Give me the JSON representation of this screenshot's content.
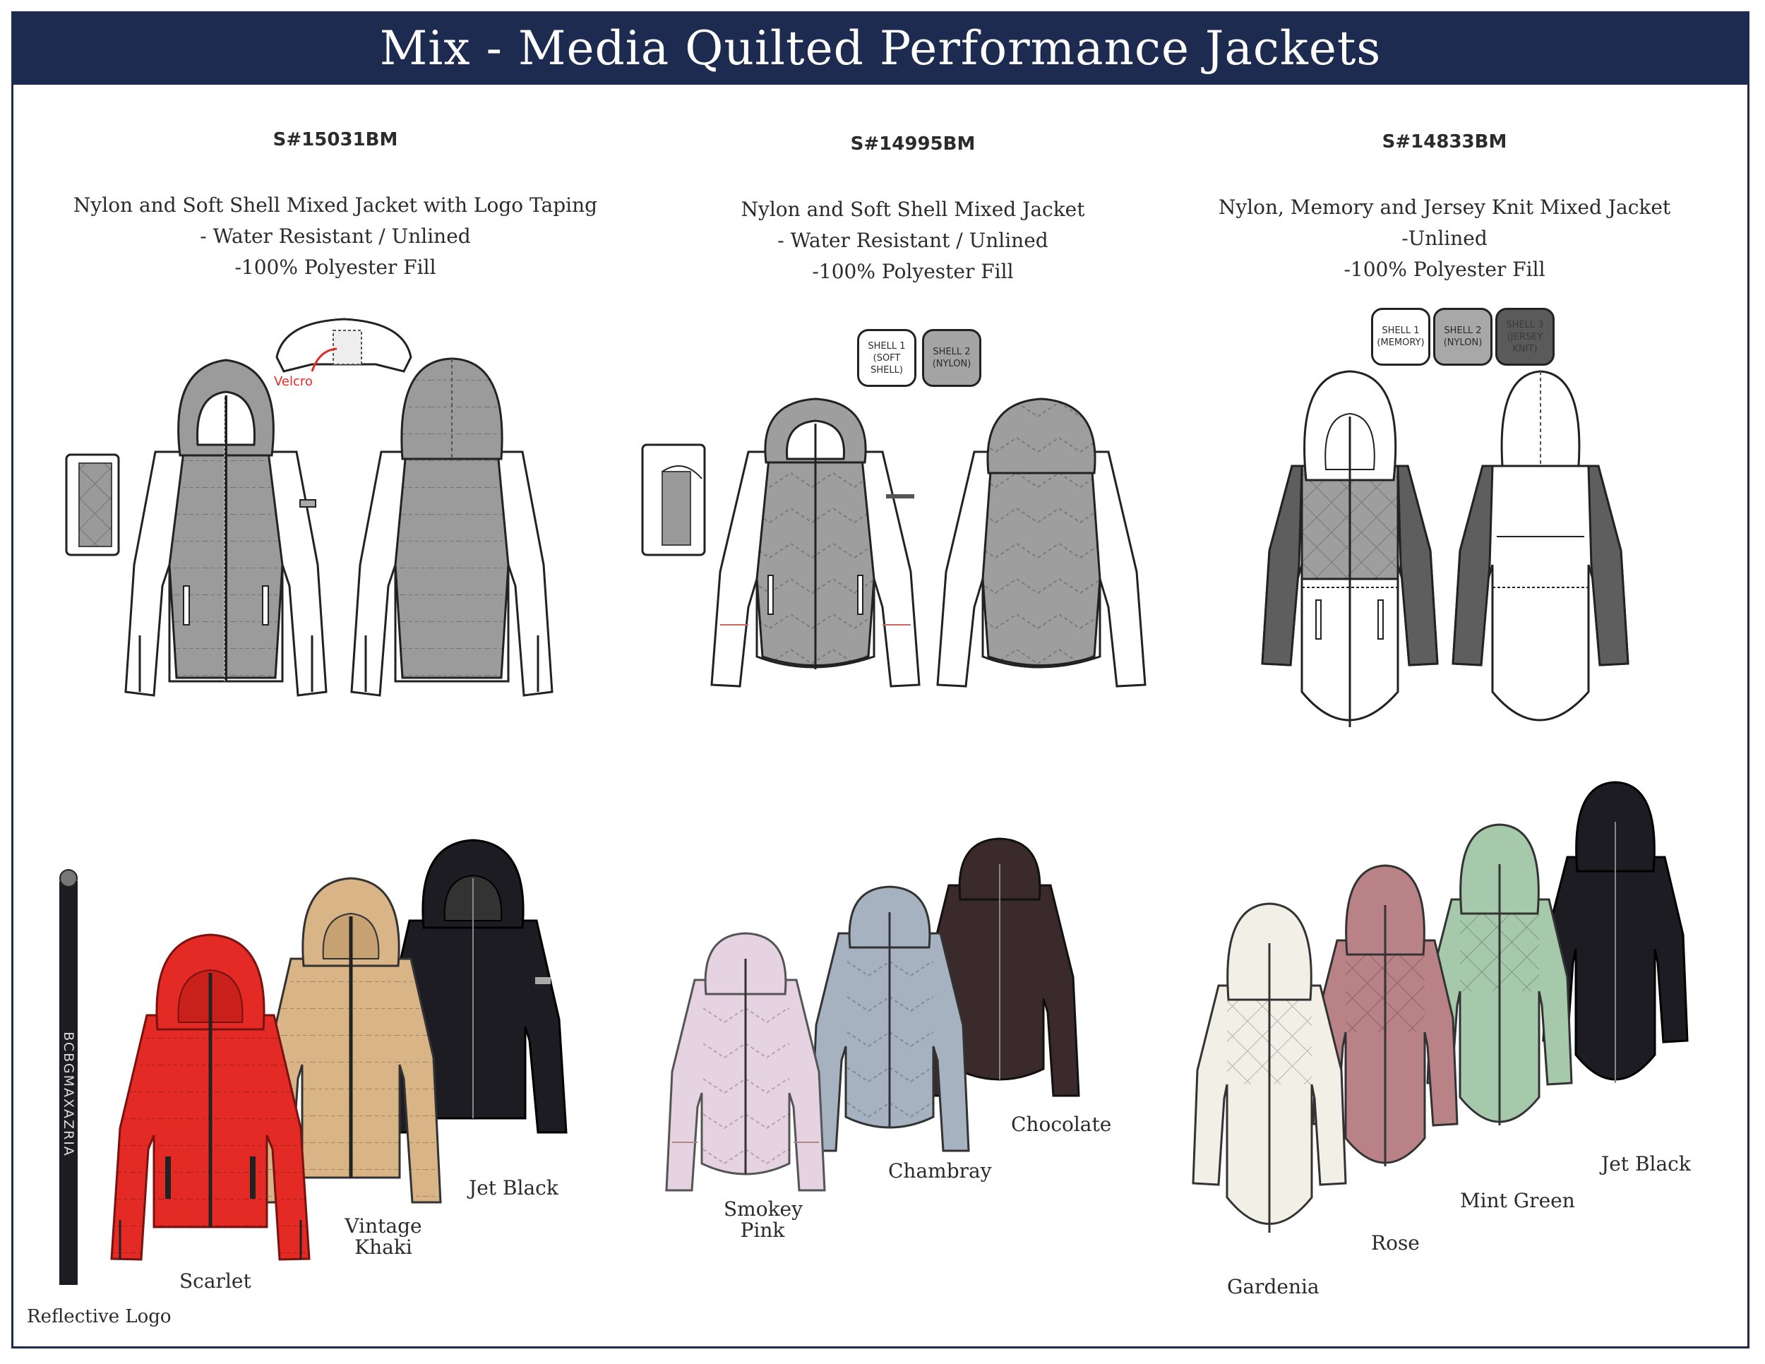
{
  "title": "Mix - Media Quilted Performance Jackets",
  "colors": {
    "navy": "#1c2b4f",
    "scarlet": "#e32a24",
    "khaki": "#d8b486",
    "jet_black": "#1c1c22",
    "smokey_pink": "#e6d3e2",
    "chambray": "#a6b2c0",
    "chocolate": "#3a2a2c",
    "gardenia": "#f1efe6",
    "rose": "#b98287",
    "mint_green": "#a6c8ab"
  },
  "columns": [
    {
      "style_no": "S#15031BM",
      "lines": [
        "Nylon and Soft Shell Mixed Jacket with Logo Taping",
        "- Water Resistant / Unlined",
        "-100% Polyester Fill"
      ],
      "callout": "Velcro",
      "extra_label": "Reflective Logo",
      "logo_text": "BCBGMAXAZRIA",
      "colorways": [
        "Scarlet",
        "Vintage Khaki",
        "Jet Black"
      ]
    },
    {
      "style_no": "S#14995BM",
      "lines": [
        "Nylon and Soft Shell Mixed Jacket",
        "- Water Resistant / Unlined",
        "-100% Polyester Fill"
      ],
      "swatches": [
        {
          "line1": "SHELL 1",
          "line2": "(SOFT SHELL)"
        },
        {
          "line1": "SHELL 2",
          "line2": "(NYLON)"
        }
      ],
      "colorways": [
        "Smokey Pink",
        "Chambray",
        "Chocolate"
      ]
    },
    {
      "style_no": "S#14833BM",
      "lines": [
        "Nylon, Memory and Jersey Knit Mixed Jacket",
        "-Unlined",
        "-100% Polyester Fill"
      ],
      "swatches": [
        {
          "line1": "SHELL 1",
          "line2": "(MEMORY)"
        },
        {
          "line1": "SHELL 2",
          "line2": "(NYLON)"
        },
        {
          "line1": "SHELL 3",
          "line2": "(JERSEY KNIT)"
        }
      ],
      "colorways": [
        "Gardenia",
        "Rose",
        "Mint Green",
        "Jet Black"
      ]
    }
  ]
}
